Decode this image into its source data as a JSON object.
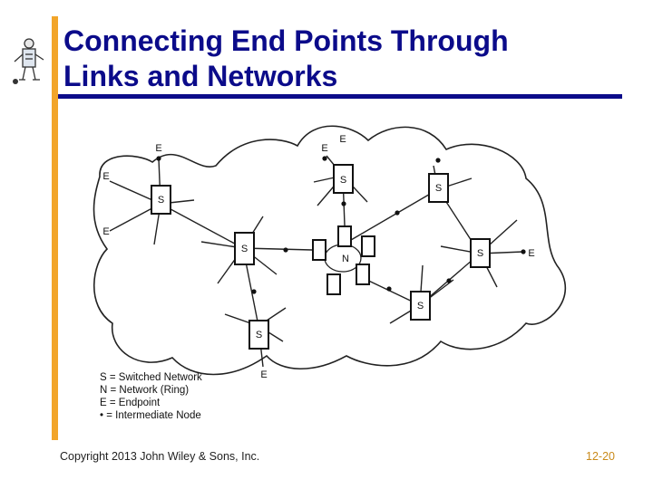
{
  "slide": {
    "title_line1": "Connecting End Points Through",
    "title_line2": "Links and Networks",
    "copyright": "Copyright 2013 John Wiley & Sons, Inc.",
    "page_number": "12-20"
  },
  "diagram": {
    "switch_label": "S",
    "endpoint_label": "E",
    "network_label": "N"
  },
  "legend": [
    "S = Switched Network",
    "N = Network (Ring)",
    "E = Endpoint",
    "• = Intermediate Node"
  ],
  "colors": {
    "title": "#0b0b8a",
    "accent_bar": "#f2a52a",
    "page_number": "#c98a1a"
  }
}
